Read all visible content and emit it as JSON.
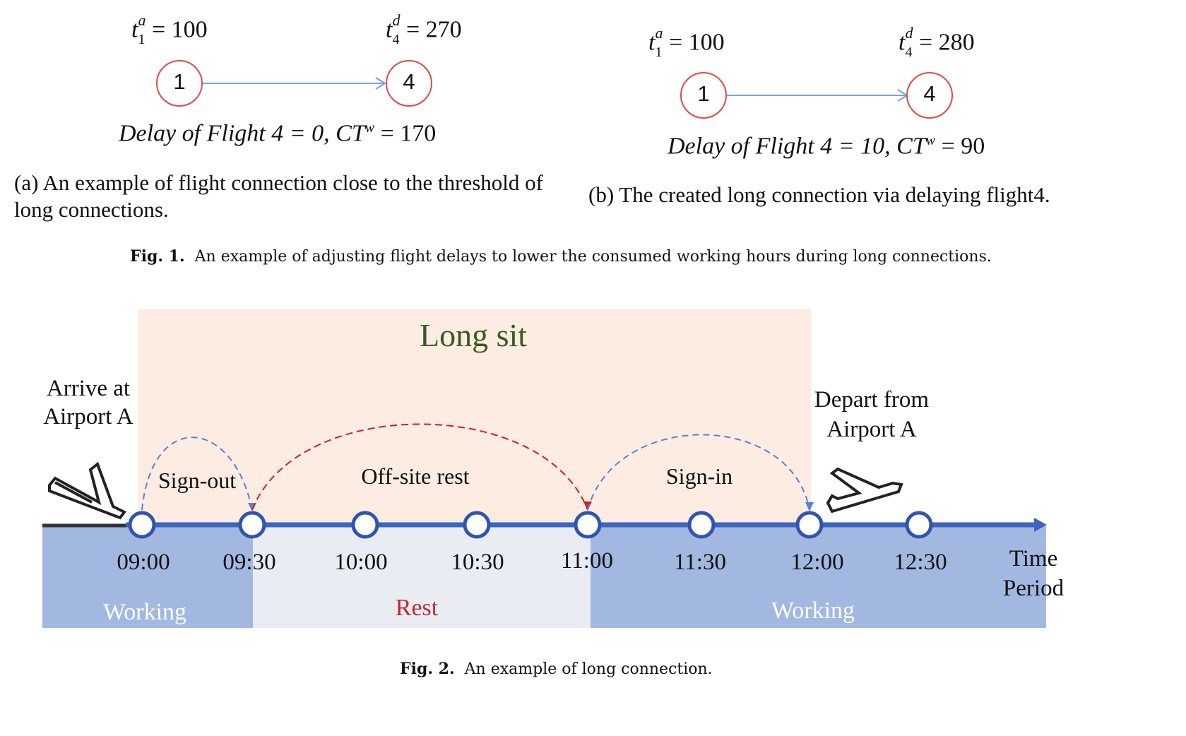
{
  "fig1": {
    "panel_a": {
      "left_label": {
        "var": "t",
        "sup": "a",
        "sub": "1",
        "rel": " = ",
        "value": "100"
      },
      "right_label": {
        "var": "t",
        "sup": "d",
        "sub": "4",
        "rel": " = ",
        "value": "270"
      },
      "node_left": "1",
      "node_right": "4",
      "delay_text": "Delay of Flight 4 = 0, CT",
      "delay_sup": "w",
      "delay_tail": " = 170",
      "caption": "(a) An example of flight connection close to the threshold of long connections."
    },
    "panel_b": {
      "left_label": {
        "var": "t",
        "sup": "a",
        "sub": "1",
        "rel": " = ",
        "value": "100"
      },
      "right_label": {
        "var": "t",
        "sup": "d",
        "sub": "4",
        "rel": " = ",
        "value": "280"
      },
      "node_left": "1",
      "node_right": "4",
      "delay_text": "Delay of Flight 4 = 10, CT",
      "delay_sup": "w",
      "delay_tail": " = 90",
      "caption": "(b) The created long connection via delaying flight4."
    },
    "caption_label": "Fig. 1.",
    "caption_text": "An example of adjusting flight delays to lower the consumed working hours during long connections."
  },
  "fig2": {
    "long_sit": "Long sit",
    "arrive_line1": "Arrive at",
    "arrive_line2": "Airport A",
    "depart_line1": "Depart from",
    "depart_line2": "Airport A",
    "sign_out": "Sign-out",
    "offsite_rest": "Off-site rest",
    "sign_in": "Sign-in",
    "times": [
      "09:00",
      "09:30",
      "10:00",
      "10:30",
      "11:00",
      "11:30",
      "12:00",
      "12:30"
    ],
    "axis_label_line1": "Time",
    "axis_label_line2": "Period",
    "working_left": "Working",
    "rest": "Rest",
    "working_right": "Working",
    "caption_label": "Fig. 2.",
    "caption_text": "An example of long connection.",
    "colors": {
      "long_sit_bg": "#fcece2",
      "working_bg": "#a3b8e0",
      "rest_bg": "#e9edf3",
      "axis": "#3c64c0",
      "node_stroke": "#2f55b0",
      "blue_dash": "#5a82d0",
      "red_dash": "#cc2020",
      "long_sit_text": "#3a5a22",
      "rest_text": "#c0282a",
      "node_ring": "#e04848",
      "edge": "#7aa0e8"
    }
  }
}
